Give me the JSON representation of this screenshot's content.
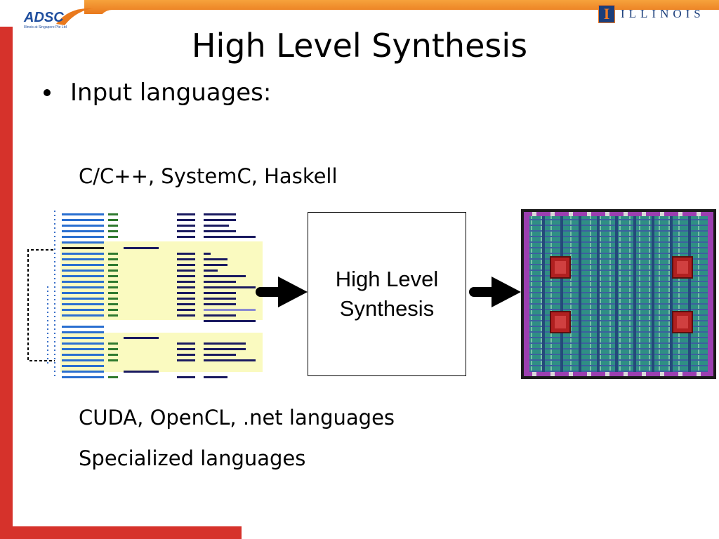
{
  "header": {
    "left_logo_text": "ADSC",
    "left_logo_subtitle": "Illinois at Singapore Pte Ltd",
    "right_logo_letter": "I",
    "right_logo_text": "ILLINOIS"
  },
  "slide": {
    "title": "High Level Synthesis",
    "bullet": "Input languages:",
    "lines": [
      "C/C++, SystemC, Haskell",
      "CUDA, OpenCL, .net languages",
      "Specialized languages"
    ]
  },
  "diagram": {
    "box_label_line1": "High Level",
    "box_label_line2": "Synthesis",
    "input_icon": "assembly-code-image",
    "output_icon": "chip-layout-image",
    "arrow_icon": "right-arrow-icon"
  },
  "colors": {
    "frame_orange": "#e9791d",
    "frame_red": "#d6322b",
    "adsc_blue": "#1f4e9e",
    "illinois_blue": "#1c3e7a"
  }
}
